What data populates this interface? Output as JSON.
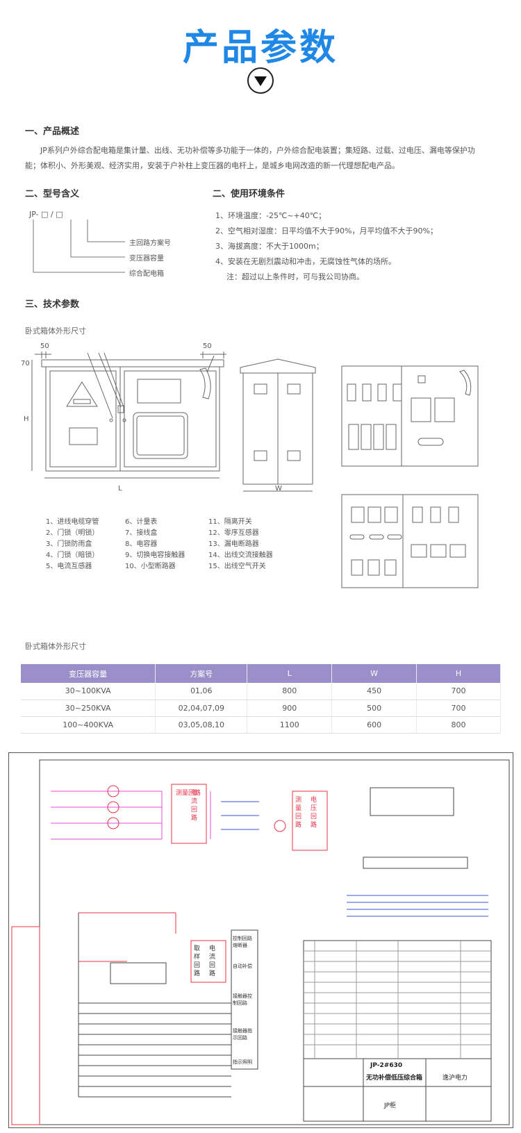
{
  "header": {
    "title": "产品参数"
  },
  "overview": {
    "heading": "一、产品概述",
    "text": "JP系列户外综合配电箱是集计量、出线、无功补偿等多功能于一体的，户外综合配电装置；集短路、过载、过电压、漏电等保护功能；体积小、外形美观、经济实用，安装于户补柱上变压器的电杆上，是城乡电网改造的新一代理想配电产品。"
  },
  "model": {
    "heading": "二、型号含义",
    "code": "JP- □ / □",
    "items": [
      "主回路方案号",
      "变压器容量",
      "综合配电箱"
    ]
  },
  "env": {
    "heading": "二、使用环境条件",
    "items": [
      "1、环境温度：-25℃~+40℃；",
      "2、空气相对湿度：日平均值不大于90%，月平均值不大于90%；",
      "3、海拔高度：不大于1000m；",
      "4、安装在无剧烈震动和冲击，无腐蚀性气体的场所。",
      "注：超过以上条件时，可与我公司协商。"
    ]
  },
  "tech": {
    "heading": "三、技术参数",
    "caption1": "卧式箱体外形尺寸",
    "caption2": "卧式箱体外形尺寸"
  },
  "dims": {
    "d50a": "50",
    "d50b": "50",
    "d70": "70",
    "H": "H",
    "L": "L",
    "W": "W"
  },
  "legend": {
    "col1": [
      "1、进线电缆穿管",
      "2、门锁（明锁）",
      "3、门锁防雨盒",
      "4、门锁（暗锁）",
      "5、电流互感器"
    ],
    "col2": [
      "6、计量表",
      "7、接线盒",
      "8、电容器",
      "9、切换电容接触器",
      "10、小型断路器"
    ],
    "col3": [
      "11、隔离开关",
      "12、零序互感器",
      "13、漏电断路器",
      "14、出线交流接触器",
      "15、出线空气开关"
    ]
  },
  "spec_table": {
    "headers": [
      "变压器容量",
      "方案号",
      "L",
      "W",
      "H"
    ],
    "rows": [
      [
        "30~100KVA",
        "01,06",
        "800",
        "450",
        "700"
      ],
      [
        "30~250KVA",
        "02,04,07,09",
        "900",
        "500",
        "700"
      ],
      [
        "100~400KVA",
        "03,05,08,10",
        "1100",
        "600",
        "800"
      ]
    ]
  },
  "schematic": {
    "label_a": "测量回路",
    "label_b": "电流回路",
    "label_c": "测量回路",
    "label_d": "电压回路",
    "label_e": "取样回路",
    "label_f": "电流回路",
    "box1": "控制回路熔断器",
    "box2": "自动补偿",
    "box3": "接触器控制回路",
    "box4": "接触器指示回路",
    "box5": "指示照明",
    "drawing_title": "无功补偿低压综合箱",
    "drawing_no": "JP-2#630",
    "company": "逸沪电力",
    "cabinet": "JP柜"
  },
  "colors": {
    "accent": "#1f87e6",
    "table_header": "#9a8fc8",
    "schematic_red": "#e8334a",
    "schematic_pink": "#e84bd8"
  }
}
